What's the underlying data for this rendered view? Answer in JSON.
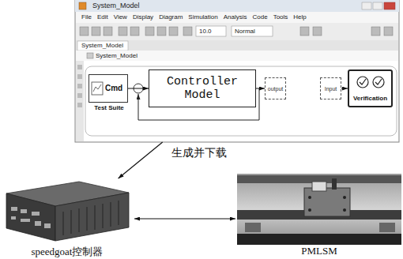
{
  "diagram": {
    "nodes": [
      {
        "text": [
          "System_Model"
        ]
      },
      {
        "text": [
          "Cmd",
          "Test Suite"
        ],
        "in": 0
      },
      {
        "text": [
          "Controller Model"
        ],
        "in": 0
      },
      {
        "text": [
          "output"
        ],
        "in": 0
      },
      {
        "text": [
          "Input"
        ],
        "in": 0
      },
      {
        "text": [
          "Verification"
        ],
        "in": 0
      },
      {
        "text": [
          "speedgoat控制器"
        ]
      },
      {
        "text": [
          "PMLSM"
        ]
      }
    ],
    "edges": [
      {
        "from": 1,
        "to": 2,
        "arrow": "to"
      },
      {
        "from": 2,
        "to": 3,
        "arrow": "to"
      },
      {
        "from": 4,
        "to": 5,
        "arrow": "to"
      },
      {
        "from": 0,
        "to": 6,
        "label": "生成并下载",
        "arrow": "to"
      },
      {
        "from": 6,
        "to": 7,
        "arrow": "both"
      }
    ],
    "labels": [
      "File",
      "Edit",
      "View",
      "Display",
      "Diagram",
      "Simulation",
      "Analysis",
      "Code",
      "Tools",
      "Help",
      "System_Model",
      "System_Model",
      "10.0",
      "Normal"
    ]
  }
}
